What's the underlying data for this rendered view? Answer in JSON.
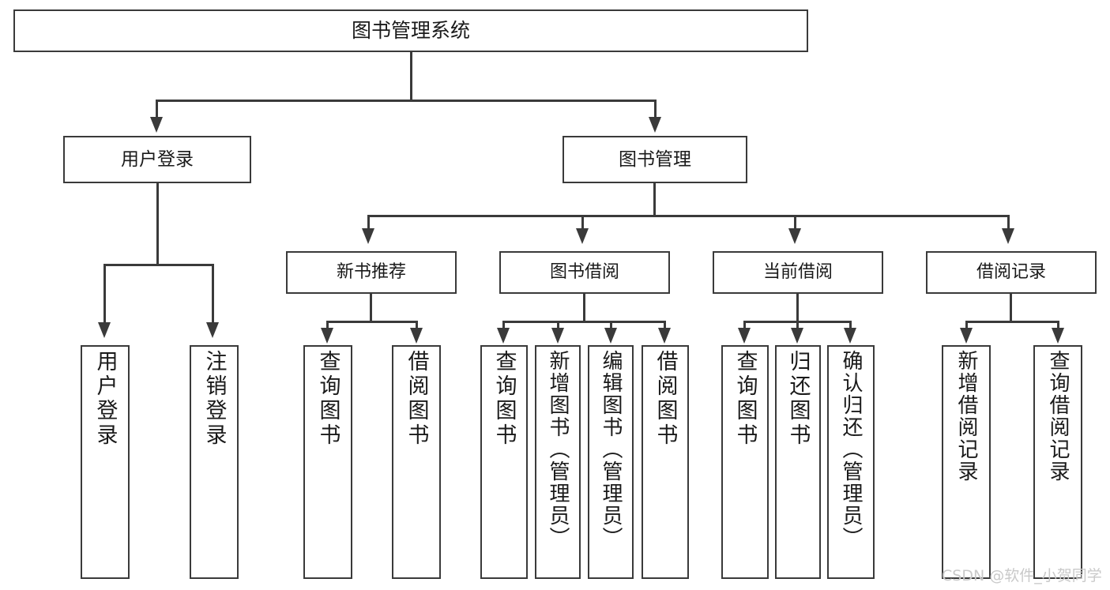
{
  "diagram": {
    "title": "图书管理系统",
    "type": "tree",
    "root": {
      "label": "图书管理系统"
    },
    "level1": [
      {
        "label": "用户登录"
      },
      {
        "label": "图书管理"
      }
    ],
    "level2": [
      {
        "label": "新书推荐"
      },
      {
        "label": "图书借阅"
      },
      {
        "label": "当前借阅"
      },
      {
        "label": "借阅记录"
      }
    ],
    "leaves": {
      "user_login": [
        {
          "label": "用户登录"
        },
        {
          "label": "注销登录"
        }
      ],
      "new_book_recommend": [
        {
          "label": "查询图书"
        },
        {
          "label": "借阅图书"
        }
      ],
      "book_borrow": [
        {
          "label": "查询图书"
        },
        {
          "label": "新增图书（管理员）"
        },
        {
          "label": "编辑图书（管理员）"
        },
        {
          "label": "借阅图书"
        }
      ],
      "current_borrow": [
        {
          "label": "查询图书"
        },
        {
          "label": "归还图书"
        },
        {
          "label": "确认归还（管理员）"
        }
      ],
      "borrow_records": [
        {
          "label": "新增借阅记录"
        },
        {
          "label": "查询借阅记录"
        }
      ]
    }
  },
  "watermark": {
    "text": "CSDN @软件_小贺同学"
  },
  "colors": {
    "stroke": "#3a3a3a",
    "background": "#ffffff",
    "text": "#1a1a1a",
    "watermark": "#c9c9c9"
  }
}
